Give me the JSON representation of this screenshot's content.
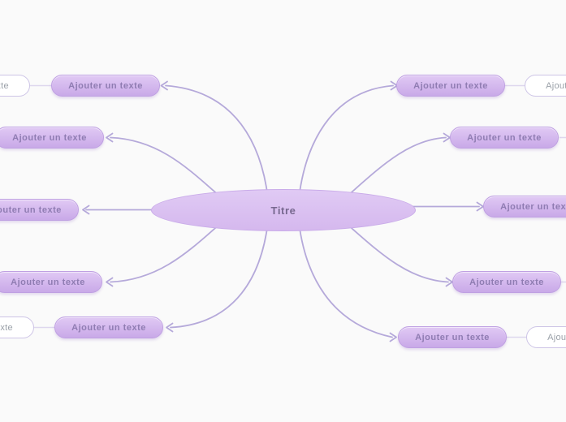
{
  "theme": {
    "canvas_bg": "#fafafa",
    "node_fill_top": "#e0c9f4",
    "node_fill_bottom": "#c9a9e8",
    "node_border": "#bfa0e2",
    "node_text": "#8f7cb2",
    "root_fill_top": "#e0caf4",
    "root_fill_bottom": "#d5b8ee",
    "root_border": "#c9abe9",
    "root_text": "#77688f",
    "ghost_fill": "#ffffff",
    "ghost_border": "#cdc4e6",
    "ghost_text": "#9aa0a8",
    "connector": "#b5a9da",
    "ghost_link": "#ded7ee"
  },
  "mindmap": {
    "root": {
      "label": "Titre"
    },
    "left_branches": [
      {
        "label": "Ajouter un texte"
      },
      {
        "label": "Ajouter un texte"
      },
      {
        "label": "Ajouter un texte"
      },
      {
        "label": "Ajouter un texte"
      },
      {
        "label": "Ajouter un texte"
      }
    ],
    "right_branches": [
      {
        "label": "Ajouter un texte"
      },
      {
        "label": "Ajouter un texte"
      },
      {
        "label": "Ajouter un texte"
      },
      {
        "label": "Ajouter un texte"
      },
      {
        "label": "Ajouter un texte"
      }
    ],
    "ghost_nodes": [
      {
        "label": "Ajouter un texte"
      },
      {
        "label": "Ajouter un texte"
      },
      {
        "label": "Ajouter un texte"
      },
      {
        "label": "Ajouter un texte"
      }
    ]
  }
}
